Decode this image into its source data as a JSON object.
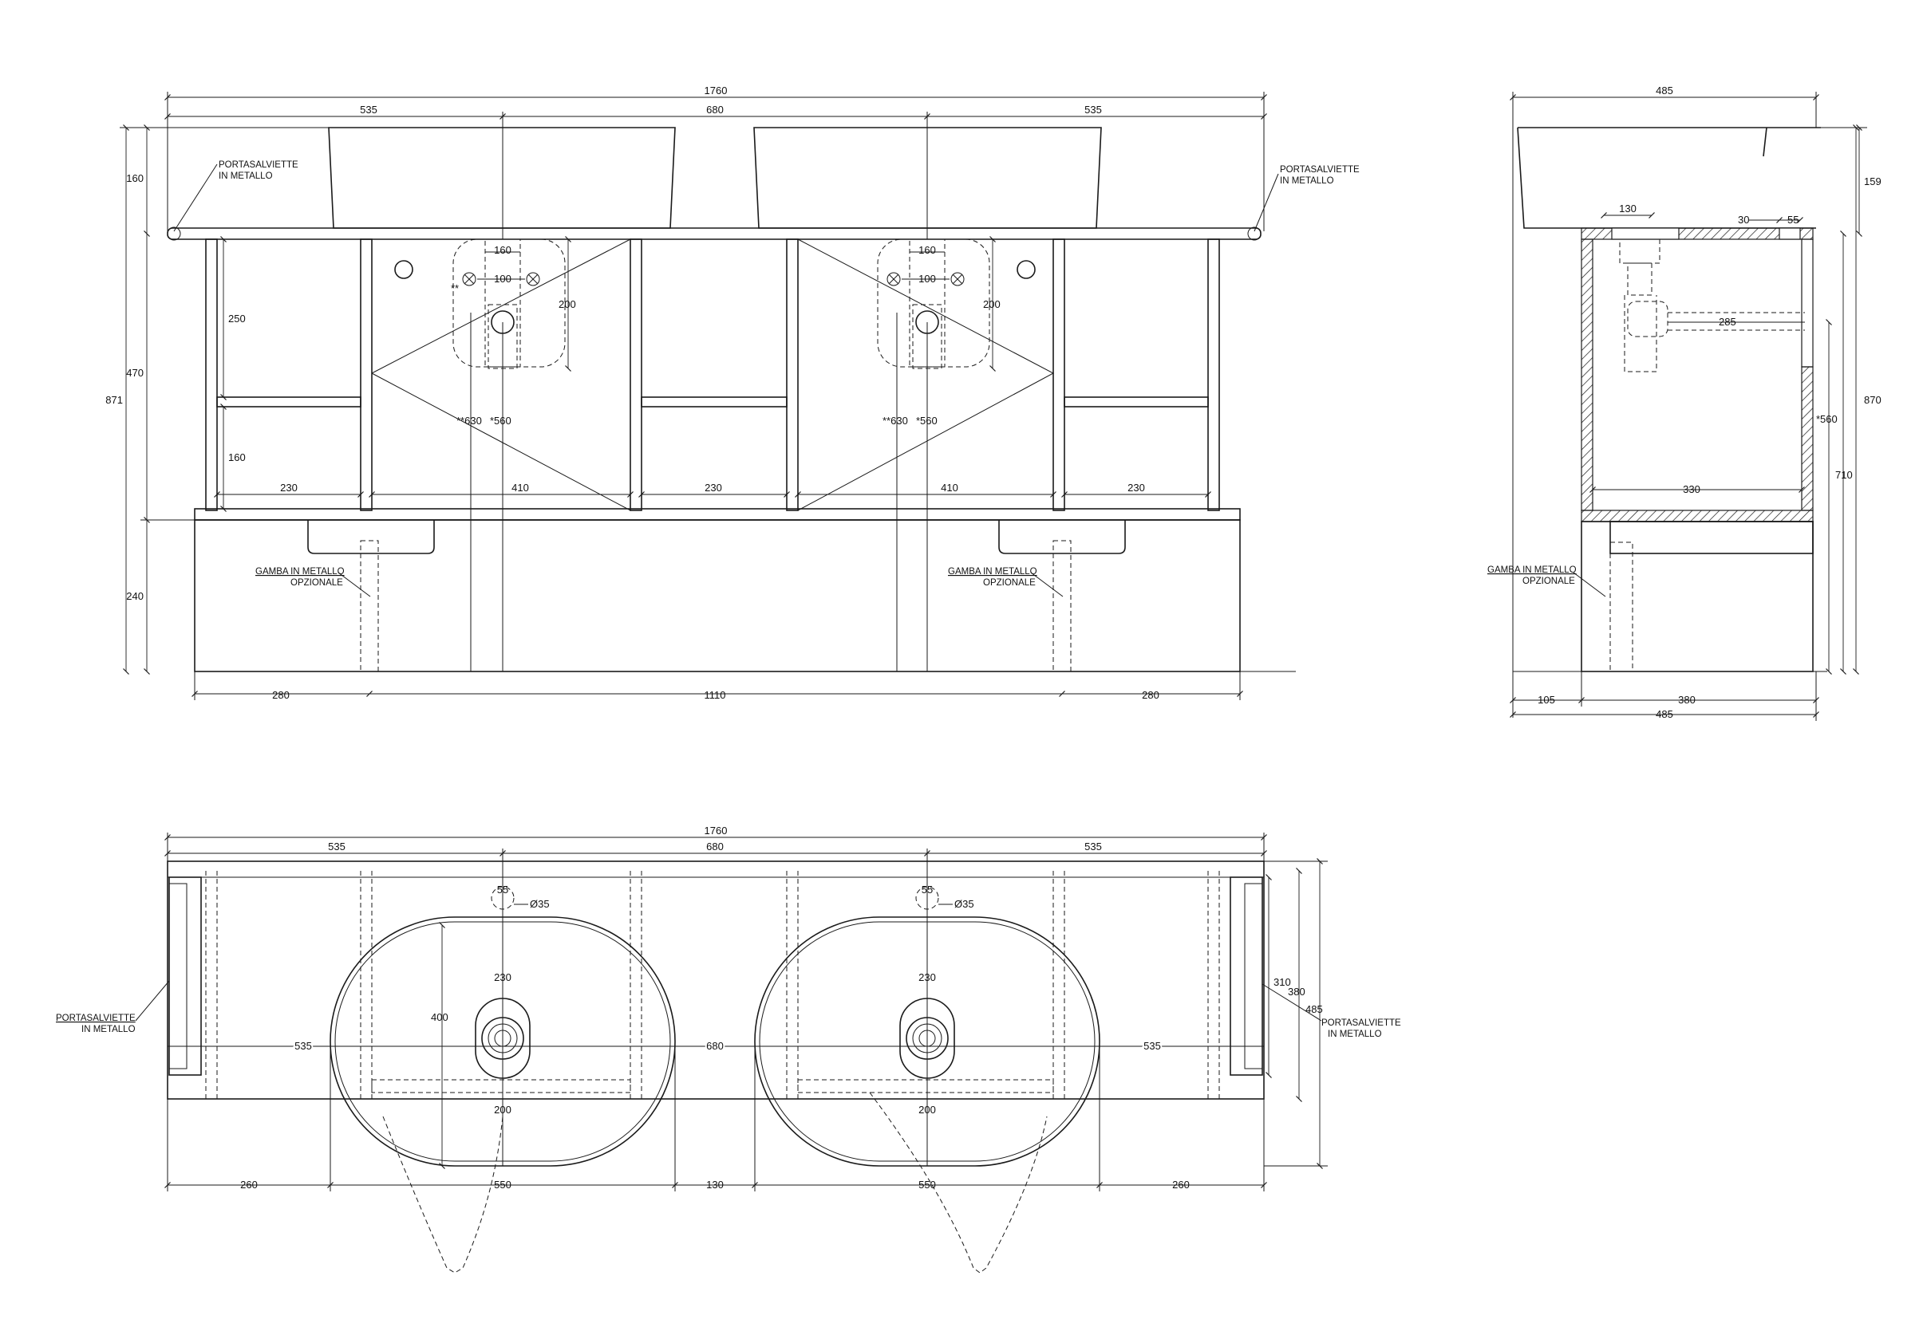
{
  "front_view": {
    "dims": {
      "overall_width": "1760",
      "left_offset": "535",
      "center_spacing": "680",
      "right_offset": "535",
      "basin_height": "160",
      "total_height": "871",
      "frame_height": "470",
      "leg_height": "240",
      "shelf_upper": "250",
      "shelf_lower": "160",
      "left_bay": "230",
      "left_inner_bay": "410",
      "center_bay": "230",
      "right_inner_bay": "410",
      "right_bay": "230",
      "foot_left": "280",
      "foot_span": "1110",
      "foot_right": "280",
      "waste_width_left": "160",
      "tap_spacing_left": "100",
      "waste_height_left": "200",
      "height_630_left": "**630",
      "height_560_left": "*560",
      "waste_width_right": "160",
      "tap_spacing_right": "100",
      "waste_height_right": "200",
      "height_630_right": "**630",
      "height_560_right": "*560",
      "double_star": "**"
    },
    "notes": {
      "towel_rail_left_1": "PORTASALVIETTE",
      "towel_rail_left_2": "IN METALLO",
      "towel_rail_right_1": "PORTASALVIETTE",
      "towel_rail_right_2": "IN METALLO",
      "leg_left_1": "GAMBA IN METALLO",
      "leg_left_2": "OPZIONALE",
      "leg_right_1": "GAMBA IN METALLO",
      "leg_right_2": "OPZIONALE"
    }
  },
  "side_view": {
    "dims": {
      "top_depth": "485",
      "basin_height": "159",
      "waste_width": "130",
      "tap_gap": "30",
      "tap_offset": "55",
      "trap_depth": "285",
      "total_height": "870",
      "height_560": "*560",
      "frame_height": "710",
      "shelf_depth": "330",
      "wall_offset": "105",
      "frame_depth": "380",
      "bottom_depth": "485"
    },
    "notes": {
      "leg_1": "GAMBA IN METALLO",
      "leg_2": "OPZIONALE"
    }
  },
  "plan_view": {
    "dims": {
      "overall_width": "1760",
      "left_offset": "535",
      "center_spacing": "680",
      "right_offset": "535",
      "tap_offset_left": "55",
      "tap_diameter_left": "Ø35",
      "tap_offset_right": "55",
      "tap_diameter_right": "Ø35",
      "basin_depth": "400",
      "front_to_drain_left": "230",
      "front_to_drain_right": "230",
      "drain_to_back_left": "200",
      "drain_to_back_right": "200",
      "mid_left": "535",
      "mid_center": "680",
      "mid_right": "535",
      "rail_width": "310",
      "frame_depth": "380",
      "top_depth": "485",
      "edge_left": "260",
      "basin_width_left": "550",
      "basin_gap": "130",
      "basin_width_right": "550",
      "edge_right": "260"
    },
    "notes": {
      "rail_left_1": "PORTASALVIETTE",
      "rail_left_2": "IN METALLO",
      "rail_right_1": "PORTASALVIETTE",
      "rail_right_2": "IN METALLO"
    }
  }
}
